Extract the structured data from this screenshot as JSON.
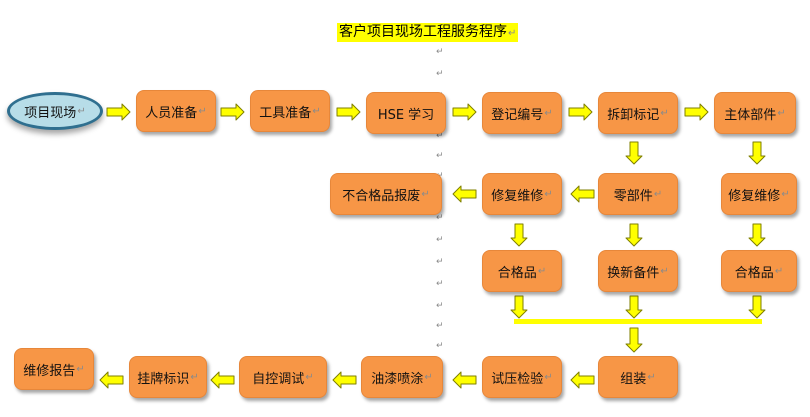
{
  "title": "客户项目现场工程服务程序",
  "return_mark": "↵",
  "nodes": {
    "start": "项目现场",
    "personnel": "人员准备",
    "tools": "工具准备",
    "hse": "HSE 学习",
    "register": "登记编号",
    "dismantle": "拆卸标记",
    "main_parts": "主体部件",
    "scrap": "不合格品报废",
    "repair_a": "修复维修",
    "small_parts": "零部件",
    "repair_b": "修复维修",
    "qualified_a": "合格品",
    "replace": "换新备件",
    "qualified_b": "合格品",
    "report": "维修报告",
    "tag": "挂牌标识",
    "selftest": "自控调试",
    "paint": "油漆喷涂",
    "pressure": "试压检验",
    "assemble": "组装"
  },
  "colors": {
    "box_fill": "#f79646",
    "arrow_fill": "#ffff00",
    "arrow_stroke": "#7f7f00",
    "ellipse_fill": "#b7dde8",
    "ellipse_stroke": "#2f6f8f"
  }
}
